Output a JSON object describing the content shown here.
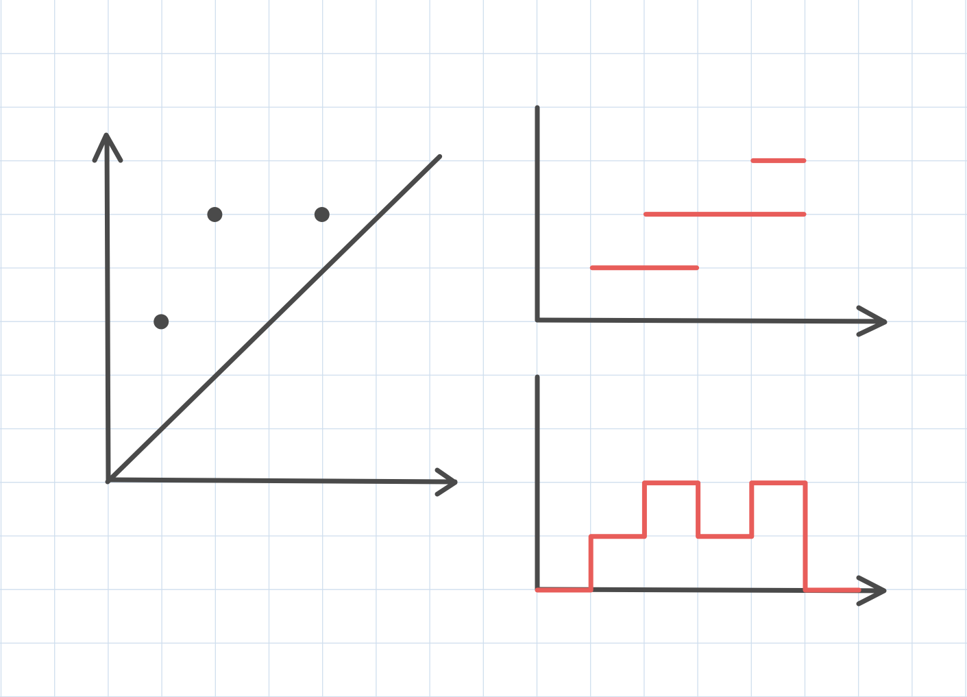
{
  "paper": {
    "background_color": "#ffffff",
    "grid_color": "#cfdeee"
  },
  "colors": {
    "ink": "#4a4a4a",
    "accent": "#e85d5a"
  },
  "chart_data": [
    {
      "type": "scatter",
      "points": [
        {
          "x": 1,
          "y": 3
        },
        {
          "x": 2,
          "y": 5
        },
        {
          "x": 4,
          "y": 5
        }
      ],
      "reference_line": {
        "from": [
          0,
          0
        ],
        "to": [
          6.3,
          6.3
        ]
      },
      "xlim": [
        0,
        6.5
      ],
      "ylim": [
        0,
        6.5
      ]
    },
    {
      "type": "bar",
      "orientation": "horizontal",
      "segments": [
        {
          "x_start": 1,
          "x_end": 3,
          "y": 1
        },
        {
          "x_start": 2,
          "x_end": 5,
          "y": 2
        },
        {
          "x_start": 4,
          "x_end": 5,
          "y": 3
        }
      ],
      "xlim": [
        0,
        6.5
      ],
      "ylim": [
        0,
        4
      ]
    },
    {
      "type": "line",
      "step": true,
      "points": [
        {
          "x": 0,
          "y": 0
        },
        {
          "x": 1,
          "y": 0
        },
        {
          "x": 1,
          "y": 1
        },
        {
          "x": 2,
          "y": 1
        },
        {
          "x": 2,
          "y": 2
        },
        {
          "x": 3,
          "y": 2
        },
        {
          "x": 3,
          "y": 1
        },
        {
          "x": 4,
          "y": 1
        },
        {
          "x": 4,
          "y": 2
        },
        {
          "x": 5,
          "y": 2
        },
        {
          "x": 5,
          "y": 0
        },
        {
          "x": 6,
          "y": 0
        }
      ],
      "xlim": [
        0,
        6.5
      ],
      "ylim": [
        0,
        4
      ]
    }
  ]
}
